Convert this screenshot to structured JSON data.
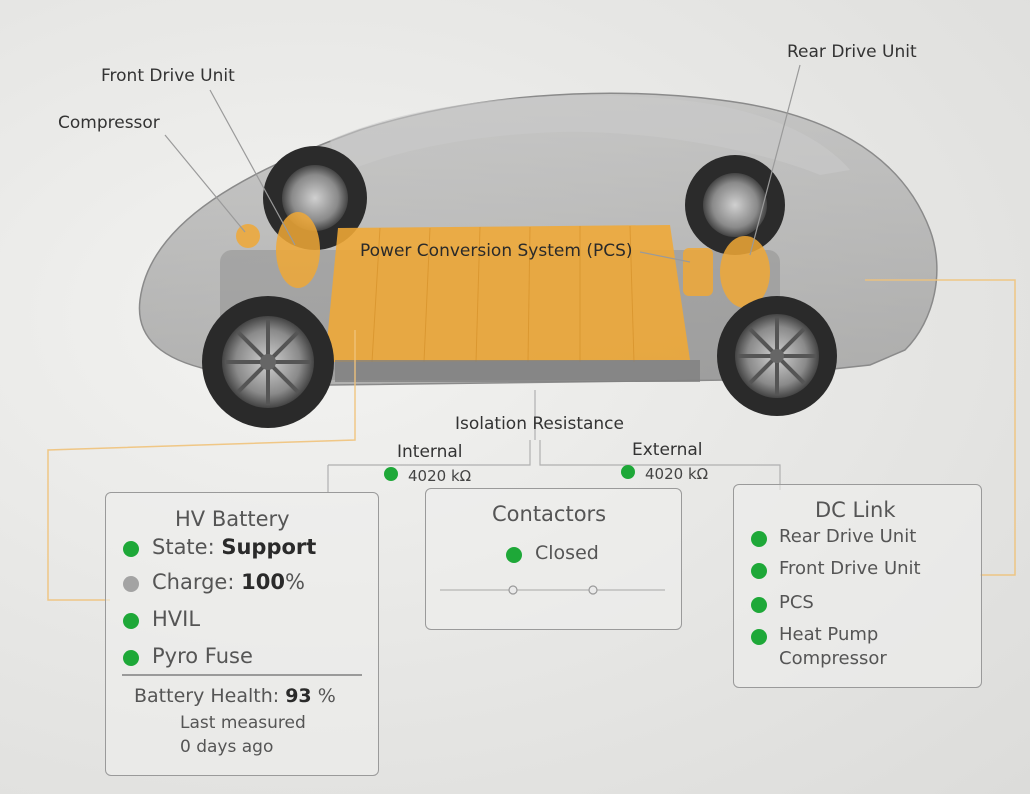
{
  "callouts": {
    "front_drive_unit": "Front Drive Unit",
    "compressor": "Compressor",
    "rear_drive_unit": "Rear Drive Unit",
    "pcs": "Power Conversion System (PCS)"
  },
  "isolation": {
    "title": "Isolation Resistance",
    "internal_label": "Internal",
    "internal_value": "4020 kΩ",
    "external_label": "External",
    "external_value": "4020 kΩ"
  },
  "hv_battery": {
    "title": "HV Battery",
    "state_label": "State:",
    "state_value": "Support",
    "charge_label": "Charge:",
    "charge_value": "100",
    "charge_unit": "%",
    "hvil_label": "HVIL",
    "pyro_label": "Pyro Fuse",
    "health_label": "Battery Health:",
    "health_value": "93",
    "health_unit": "%",
    "last_measured": "Last measured",
    "days_ago": "0 days ago"
  },
  "contactors": {
    "title": "Contactors",
    "status": "Closed"
  },
  "dc_link": {
    "title": "DC Link",
    "items": [
      "Rear Drive Unit",
      "Front Drive Unit",
      "PCS",
      "Heat Pump",
      "Compressor"
    ]
  },
  "colors": {
    "accent": "#f0a836",
    "status_ok": "#1ea838",
    "status_neutral": "#a3a3a3"
  }
}
